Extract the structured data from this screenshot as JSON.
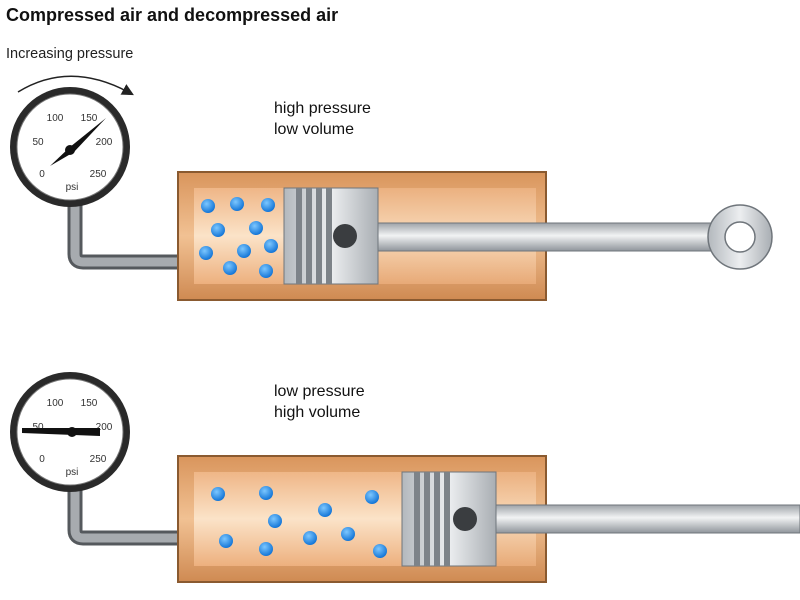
{
  "title": "Compressed air and decompressed air",
  "pressure_note": "Increasing pressure",
  "gauge": {
    "ticks": [
      "0",
      "50",
      "100",
      "150",
      "200",
      "250"
    ],
    "unit": "psi"
  },
  "compressed": {
    "line1": "high pressure",
    "line2": "low volume"
  },
  "decompressed": {
    "line1": "low pressure",
    "line2": "high volume"
  },
  "colors": {
    "cylinder": "#e0a16a",
    "cylinder_edge": "#8a5a30",
    "molecule": "#1e88e5",
    "piston": "#c9cdd1",
    "rod": "#c4c8cc"
  }
}
